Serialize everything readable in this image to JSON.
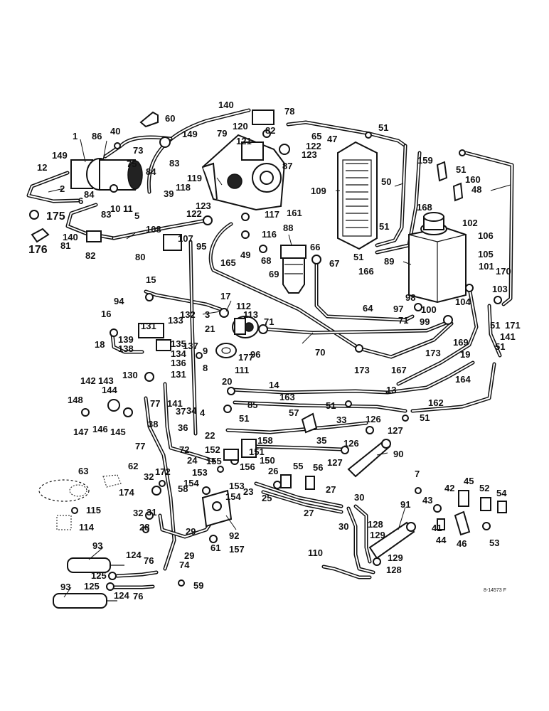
{
  "diagram": {
    "reference_code": "8-14573 F",
    "callouts": [
      {
        "id": "c1",
        "text": "1"
      },
      {
        "id": "c2",
        "text": "2"
      },
      {
        "id": "c3",
        "text": "3"
      },
      {
        "id": "c4",
        "text": "4"
      },
      {
        "id": "c5",
        "text": "5"
      },
      {
        "id": "c6",
        "text": "6"
      },
      {
        "id": "c7",
        "text": "7"
      },
      {
        "id": "c8",
        "text": "8"
      },
      {
        "id": "c9",
        "text": "9"
      },
      {
        "id": "c10",
        "text": "10"
      },
      {
        "id": "c11",
        "text": "11"
      },
      {
        "id": "c12",
        "text": "12"
      },
      {
        "id": "c13",
        "text": "13"
      },
      {
        "id": "c14",
        "text": "14"
      },
      {
        "id": "c15",
        "text": "15"
      },
      {
        "id": "c16",
        "text": "16"
      },
      {
        "id": "c17",
        "text": "17"
      },
      {
        "id": "c18",
        "text": "18"
      },
      {
        "id": "c19",
        "text": "19"
      },
      {
        "id": "c20",
        "text": "20"
      },
      {
        "id": "c21",
        "text": "21"
      },
      {
        "id": "c22",
        "text": "22"
      },
      {
        "id": "c23",
        "text": "23"
      },
      {
        "id": "c24",
        "text": "24"
      },
      {
        "id": "c25",
        "text": "25"
      },
      {
        "id": "c26",
        "text": "26"
      },
      {
        "id": "c27a",
        "text": "27"
      },
      {
        "id": "c27b",
        "text": "27"
      },
      {
        "id": "c28",
        "text": "28"
      },
      {
        "id": "c29a",
        "text": "29"
      },
      {
        "id": "c29b",
        "text": "29"
      },
      {
        "id": "c30a",
        "text": "30"
      },
      {
        "id": "c30b",
        "text": "30"
      },
      {
        "id": "c31",
        "text": "31"
      },
      {
        "id": "c32a",
        "text": "32"
      },
      {
        "id": "c32b",
        "text": "32"
      },
      {
        "id": "c33",
        "text": "33"
      },
      {
        "id": "c34",
        "text": "34"
      },
      {
        "id": "c35",
        "text": "35"
      },
      {
        "id": "c36",
        "text": "36"
      },
      {
        "id": "c37",
        "text": "37"
      },
      {
        "id": "c38",
        "text": "38"
      },
      {
        "id": "c39",
        "text": "39"
      },
      {
        "id": "c40",
        "text": "40"
      },
      {
        "id": "c41",
        "text": "41"
      },
      {
        "id": "c42",
        "text": "42"
      },
      {
        "id": "c43",
        "text": "43"
      },
      {
        "id": "c44",
        "text": "44"
      },
      {
        "id": "c45",
        "text": "45"
      },
      {
        "id": "c46",
        "text": "46"
      },
      {
        "id": "c47",
        "text": "47"
      },
      {
        "id": "c48",
        "text": "48"
      },
      {
        "id": "c49",
        "text": "49"
      },
      {
        "id": "c50",
        "text": "50"
      },
      {
        "id": "c51a",
        "text": "51"
      },
      {
        "id": "c51b",
        "text": "51"
      },
      {
        "id": "c51c",
        "text": "51"
      },
      {
        "id": "c51d",
        "text": "51"
      },
      {
        "id": "c51e",
        "text": "51"
      },
      {
        "id": "c51f",
        "text": "51"
      },
      {
        "id": "c51g",
        "text": "51"
      },
      {
        "id": "c51h",
        "text": "51"
      },
      {
        "id": "c51i",
        "text": "51"
      },
      {
        "id": "c52",
        "text": "52"
      },
      {
        "id": "c53",
        "text": "53"
      },
      {
        "id": "c54",
        "text": "54"
      },
      {
        "id": "c55",
        "text": "55"
      },
      {
        "id": "c56",
        "text": "56"
      },
      {
        "id": "c57",
        "text": "57"
      },
      {
        "id": "c58",
        "text": "58"
      },
      {
        "id": "c59",
        "text": "59"
      },
      {
        "id": "c60",
        "text": "60"
      },
      {
        "id": "c61",
        "text": "61"
      },
      {
        "id": "c62",
        "text": "62"
      },
      {
        "id": "c63",
        "text": "63"
      },
      {
        "id": "c64",
        "text": "64"
      },
      {
        "id": "c65",
        "text": "65"
      },
      {
        "id": "c66",
        "text": "66"
      },
      {
        "id": "c67",
        "text": "67"
      },
      {
        "id": "c68",
        "text": "68"
      },
      {
        "id": "c69",
        "text": "69"
      },
      {
        "id": "c70",
        "text": "70"
      },
      {
        "id": "c71a",
        "text": "71"
      },
      {
        "id": "c71b",
        "text": "71"
      },
      {
        "id": "c72",
        "text": "72"
      },
      {
        "id": "c73",
        "text": "73"
      },
      {
        "id": "c74",
        "text": "74"
      },
      {
        "id": "c75",
        "text": "75"
      },
      {
        "id": "c76a",
        "text": "76"
      },
      {
        "id": "c76b",
        "text": "76"
      },
      {
        "id": "c77a",
        "text": "77"
      },
      {
        "id": "c77b",
        "text": "77"
      },
      {
        "id": "c78",
        "text": "78"
      },
      {
        "id": "c79",
        "text": "79"
      },
      {
        "id": "c80",
        "text": "80"
      },
      {
        "id": "c81",
        "text": "81"
      },
      {
        "id": "c82a",
        "text": "82"
      },
      {
        "id": "c82b",
        "text": "82"
      },
      {
        "id": "c83a",
        "text": "83"
      },
      {
        "id": "c83b",
        "text": "83"
      },
      {
        "id": "c84a",
        "text": "84"
      },
      {
        "id": "c84b",
        "text": "84"
      },
      {
        "id": "c85",
        "text": "85"
      },
      {
        "id": "c86",
        "text": "86"
      },
      {
        "id": "c87",
        "text": "87"
      },
      {
        "id": "c88",
        "text": "88"
      },
      {
        "id": "c89",
        "text": "89"
      },
      {
        "id": "c90",
        "text": "90"
      },
      {
        "id": "c91",
        "text": "91"
      },
      {
        "id": "c92",
        "text": "92"
      },
      {
        "id": "c93a",
        "text": "93"
      },
      {
        "id": "c93b",
        "text": "93"
      },
      {
        "id": "c94",
        "text": "94"
      },
      {
        "id": "c95",
        "text": "95"
      },
      {
        "id": "c96",
        "text": "96"
      },
      {
        "id": "c97",
        "text": "97"
      },
      {
        "id": "c98",
        "text": "98"
      },
      {
        "id": "c99",
        "text": "99"
      },
      {
        "id": "c100",
        "text": "100"
      },
      {
        "id": "c101",
        "text": "101"
      },
      {
        "id": "c102",
        "text": "102"
      },
      {
        "id": "c103",
        "text": "103"
      },
      {
        "id": "c104",
        "text": "104"
      },
      {
        "id": "c105",
        "text": "105"
      },
      {
        "id": "c106",
        "text": "106"
      },
      {
        "id": "c107",
        "text": "107"
      },
      {
        "id": "c108",
        "text": "108"
      },
      {
        "id": "c109",
        "text": "109"
      },
      {
        "id": "c110",
        "text": "110"
      },
      {
        "id": "c111",
        "text": "111"
      },
      {
        "id": "c112",
        "text": "112"
      },
      {
        "id": "c113",
        "text": "113"
      },
      {
        "id": "c114",
        "text": "114"
      },
      {
        "id": "c115",
        "text": "115"
      },
      {
        "id": "c116",
        "text": "116"
      },
      {
        "id": "c117",
        "text": "117"
      },
      {
        "id": "c118",
        "text": "118"
      },
      {
        "id": "c119",
        "text": "119"
      },
      {
        "id": "c120",
        "text": "120"
      },
      {
        "id": "c121",
        "text": "121"
      },
      {
        "id": "c122a",
        "text": "122"
      },
      {
        "id": "c122b",
        "text": "122"
      },
      {
        "id": "c123a",
        "text": "123"
      },
      {
        "id": "c123b",
        "text": "123"
      },
      {
        "id": "c124a",
        "text": "124"
      },
      {
        "id": "c124b",
        "text": "124"
      },
      {
        "id": "c125a",
        "text": "125"
      },
      {
        "id": "c125b",
        "text": "125"
      },
      {
        "id": "c126a",
        "text": "126"
      },
      {
        "id": "c126b",
        "text": "126"
      },
      {
        "id": "c127a",
        "text": "127"
      },
      {
        "id": "c127b",
        "text": "127"
      },
      {
        "id": "c128a",
        "text": "128"
      },
      {
        "id": "c128b",
        "text": "128"
      },
      {
        "id": "c129a",
        "text": "129"
      },
      {
        "id": "c129b",
        "text": "129"
      },
      {
        "id": "c130",
        "text": "130"
      },
      {
        "id": "c131a",
        "text": "131"
      },
      {
        "id": "c131b",
        "text": "131"
      },
      {
        "id": "c132",
        "text": "132"
      },
      {
        "id": "c133",
        "text": "133"
      },
      {
        "id": "c134",
        "text": "134"
      },
      {
        "id": "c135",
        "text": "135"
      },
      {
        "id": "c136",
        "text": "136"
      },
      {
        "id": "c137",
        "text": "137"
      },
      {
        "id": "c138",
        "text": "138"
      },
      {
        "id": "c139",
        "text": "139"
      },
      {
        "id": "c140a",
        "text": "140"
      },
      {
        "id": "c140b",
        "text": "140"
      },
      {
        "id": "c141a",
        "text": "141"
      },
      {
        "id": "c141b",
        "text": "141"
      },
      {
        "id": "c142",
        "text": "142"
      },
      {
        "id": "c143",
        "text": "143"
      },
      {
        "id": "c144",
        "text": "144"
      },
      {
        "id": "c145",
        "text": "145"
      },
      {
        "id": "c146",
        "text": "146"
      },
      {
        "id": "c147",
        "text": "147"
      },
      {
        "id": "c148",
        "text": "148"
      },
      {
        "id": "c149a",
        "text": "149"
      },
      {
        "id": "c149b",
        "text": "149"
      },
      {
        "id": "c150",
        "text": "150"
      },
      {
        "id": "c151",
        "text": "151"
      },
      {
        "id": "c152",
        "text": "152"
      },
      {
        "id": "c153a",
        "text": "153"
      },
      {
        "id": "c153b",
        "text": "153"
      },
      {
        "id": "c154a",
        "text": "154"
      },
      {
        "id": "c154b",
        "text": "154"
      },
      {
        "id": "c155",
        "text": "155"
      },
      {
        "id": "c156",
        "text": "156"
      },
      {
        "id": "c157",
        "text": "157"
      },
      {
        "id": "c158",
        "text": "158"
      },
      {
        "id": "c159",
        "text": "159"
      },
      {
        "id": "c160",
        "text": "160"
      },
      {
        "id": "c161",
        "text": "161"
      },
      {
        "id": "c162",
        "text": "162"
      },
      {
        "id": "c163",
        "text": "163"
      },
      {
        "id": "c164",
        "text": "164"
      },
      {
        "id": "c165",
        "text": "165"
      },
      {
        "id": "c166",
        "text": "166"
      },
      {
        "id": "c167",
        "text": "167"
      },
      {
        "id": "c168",
        "text": "168"
      },
      {
        "id": "c169",
        "text": "169"
      },
      {
        "id": "c170",
        "text": "170"
      },
      {
        "id": "c171",
        "text": "171"
      },
      {
        "id": "c172",
        "text": "172"
      },
      {
        "id": "c173a",
        "text": "173"
      },
      {
        "id": "c173b",
        "text": "173"
      },
      {
        "id": "c174",
        "text": "174"
      },
      {
        "id": "c175",
        "text": "175"
      },
      {
        "id": "c176",
        "text": "176"
      },
      {
        "id": "c177",
        "text": "177"
      }
    ]
  }
}
